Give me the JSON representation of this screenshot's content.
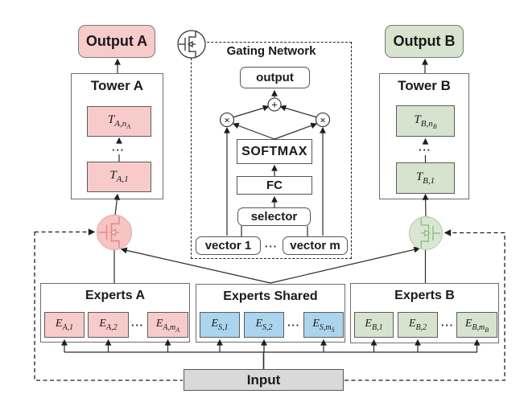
{
  "ui": {
    "dots": "···",
    "plus": "+",
    "times": "×"
  },
  "outputs": {
    "a_label": "Output A",
    "b_label": "Output B"
  },
  "towers": {
    "a": {
      "title": "Tower A",
      "top_cell": {
        "main": "T",
        "sub": "A,n",
        "subsub": "A"
      },
      "bottom_cell": {
        "main": "T",
        "sub": "A,1",
        "subsub": ""
      }
    },
    "b": {
      "title": "Tower B",
      "top_cell": {
        "main": "T",
        "sub": "B,n",
        "subsub": "B"
      },
      "bottom_cell": {
        "main": "T",
        "sub": "B,1",
        "subsub": ""
      }
    }
  },
  "gating": {
    "title": "Gating Network",
    "output_label": "output",
    "softmax_label": "SOFTMAX",
    "fc_label": "FC",
    "selector_label": "selector",
    "vector_first_label": "vector 1",
    "vector_last_label": "vector m"
  },
  "experts": {
    "a": {
      "title": "Experts A",
      "cells": [
        {
          "main": "E",
          "sub": "A,1",
          "subsub": ""
        },
        {
          "main": "E",
          "sub": "A,2",
          "subsub": ""
        },
        {
          "main": "E",
          "sub": "A,m",
          "subsub": "A"
        }
      ]
    },
    "shared": {
      "title": "Experts Shared",
      "cells": [
        {
          "main": "E",
          "sub": "S,1",
          "subsub": ""
        },
        {
          "main": "E",
          "sub": "S,2",
          "subsub": ""
        },
        {
          "main": "E",
          "sub": "S,m",
          "subsub": "S"
        }
      ]
    },
    "b": {
      "title": "Experts B",
      "cells": [
        {
          "main": "E",
          "sub": "B,1",
          "subsub": ""
        },
        {
          "main": "E",
          "sub": "B,2",
          "subsub": ""
        },
        {
          "main": "E",
          "sub": "B,m",
          "subsub": "B"
        }
      ]
    }
  },
  "input": {
    "label": "Input"
  },
  "colors": {
    "task_a_pink": "#F8CBCB",
    "shared_blue": "#ABD4EE",
    "task_b_green": "#D6E3CE",
    "input_gray": "#D9D9D9"
  }
}
